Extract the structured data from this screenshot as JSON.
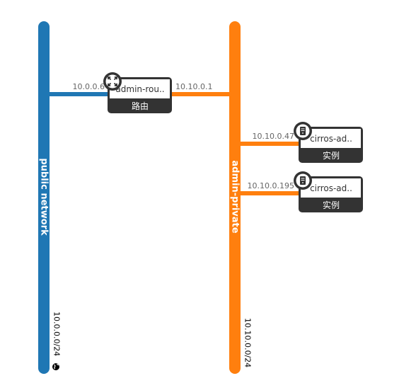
{
  "colors": {
    "public_network": "#1f77b4",
    "private_network": "#ff7f0e",
    "node_dark": "#333333",
    "ip_text": "#666666"
  },
  "networks": [
    {
      "id": "public",
      "name": "public network",
      "cidr": "10.0.0.0/24",
      "icon": "globe-icon"
    },
    {
      "id": "private",
      "name": "admin-private",
      "cidr": "10.10.0.0/24"
    }
  ],
  "router": {
    "name": "admin-rou..",
    "type_label": "路由",
    "icon": "router-icon",
    "public_ip": "10.0.0.6",
    "private_ip": "10.10.0.1"
  },
  "instances": [
    {
      "name": "cirros-ad..",
      "type_label": "实例",
      "icon": "server-icon",
      "ip": "10.10.0.47"
    },
    {
      "name": "cirros-ad..",
      "type_label": "实例",
      "icon": "server-icon",
      "ip": "10.10.0.195"
    }
  ]
}
